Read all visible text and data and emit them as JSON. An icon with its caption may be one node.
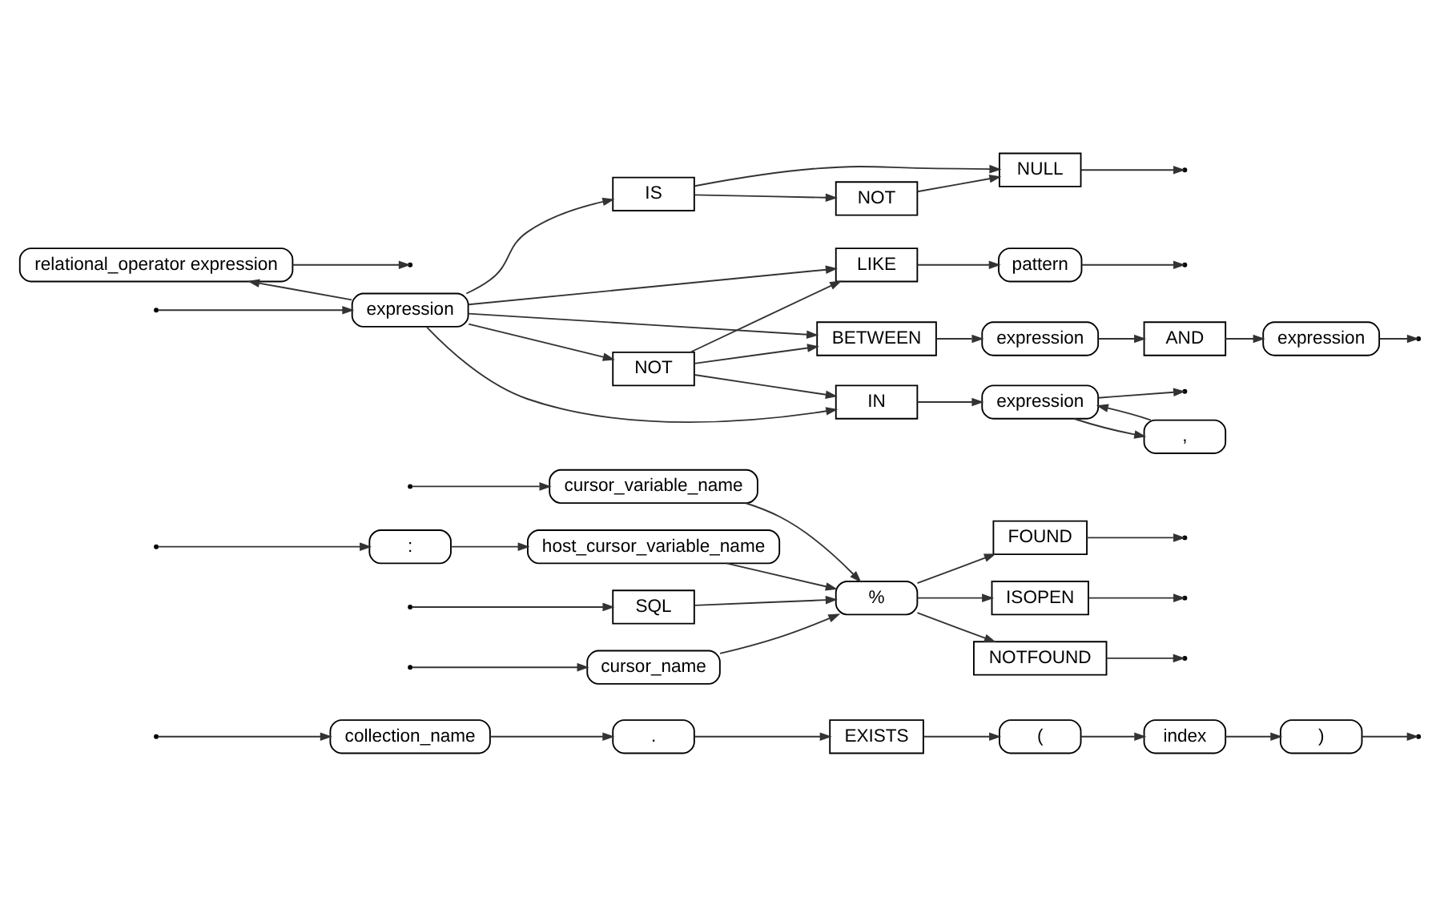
{
  "diagram": {
    "nodes": [
      {
        "text": [
          "collection_name"
        ]
      },
      {
        "text": [
          "."
        ]
      },
      {
        "text": [
          "EXISTS"
        ]
      },
      {
        "text": [
          "("
        ]
      },
      {
        "text": [
          "index"
        ]
      },
      {
        "text": [
          ")"
        ]
      },
      {
        "text": [
          "cursor_name"
        ]
      },
      {
        "text": [
          "cursor_variable_name"
        ]
      },
      {
        "text": [
          ":"
        ]
      },
      {
        "text": [
          "host_cursor_variable_name"
        ]
      },
      {
        "text": [
          "SQL"
        ]
      },
      {
        "text": [
          "%"
        ]
      },
      {
        "text": [
          "FOUND"
        ]
      },
      {
        "text": [
          "ISOPEN"
        ]
      },
      {
        "text": [
          "NOTFOUND"
        ]
      },
      {
        "text": [
          "relational_operator expression"
        ]
      },
      {
        "text": [
          "expression"
        ]
      },
      {
        "text": [
          "IS"
        ]
      },
      {
        "text": [
          "NOT"
        ]
      },
      {
        "text": [
          "NULL"
        ]
      },
      {
        "text": [
          "NOT"
        ]
      },
      {
        "text": [
          "LIKE"
        ]
      },
      {
        "text": [
          "pattern"
        ]
      },
      {
        "text": [
          "BETWEEN"
        ]
      },
      {
        "text": [
          "expression"
        ]
      },
      {
        "text": [
          "AND"
        ]
      },
      {
        "text": [
          "expression"
        ]
      },
      {
        "text": [
          "IN"
        ]
      },
      {
        "text": [
          "expression"
        ]
      },
      {
        "text": [
          ","
        ]
      }
    ],
    "edges": [
      {
        "from": null,
        "to": 0,
        "arrow": "to"
      },
      {
        "from": null,
        "to": 6,
        "arrow": "to"
      },
      {
        "from": null,
        "to": 7,
        "arrow": "to"
      },
      {
        "from": null,
        "to": 8,
        "arrow": "to"
      },
      {
        "from": null,
        "to": 10,
        "arrow": "to"
      },
      {
        "from": null,
        "to": 16,
        "arrow": "to"
      },
      {
        "from": 0,
        "to": 1,
        "arrow": "to"
      },
      {
        "from": 1,
        "to": 2,
        "arrow": "to"
      },
      {
        "from": 2,
        "to": 3,
        "arrow": "to"
      },
      {
        "from": 3,
        "to": 4,
        "arrow": "to"
      },
      {
        "from": 4,
        "to": 5,
        "arrow": "to"
      },
      {
        "from": 5,
        "to": null,
        "arrow": "to"
      },
      {
        "from": 6,
        "to": 11,
        "arrow": "to"
      },
      {
        "from": 7,
        "to": 11,
        "arrow": "to"
      },
      {
        "from": 8,
        "to": 9,
        "arrow": "to"
      },
      {
        "from": 9,
        "to": 11,
        "arrow": "to"
      },
      {
        "from": 10,
        "to": 11,
        "arrow": "to"
      },
      {
        "from": 11,
        "to": 12,
        "arrow": "to"
      },
      {
        "from": 11,
        "to": 13,
        "arrow": "to"
      },
      {
        "from": 11,
        "to": 14,
        "arrow": "to"
      },
      {
        "from": 12,
        "to": null,
        "arrow": "to"
      },
      {
        "from": 13,
        "to": null,
        "arrow": "to"
      },
      {
        "from": 14,
        "to": null,
        "arrow": "to"
      },
      {
        "from": 16,
        "to": 15,
        "arrow": "to"
      },
      {
        "from": 16,
        "to": 17,
        "arrow": "to"
      },
      {
        "from": 16,
        "to": 20,
        "arrow": "to"
      },
      {
        "from": 16,
        "to": 21,
        "arrow": "to"
      },
      {
        "from": 16,
        "to": 23,
        "arrow": "to"
      },
      {
        "from": 16,
        "to": 27,
        "arrow": "to"
      },
      {
        "from": 15,
        "to": null,
        "arrow": "to"
      },
      {
        "from": 17,
        "to": 18,
        "arrow": "to"
      },
      {
        "from": 17,
        "to": 19,
        "arrow": "to"
      },
      {
        "from": 18,
        "to": 19,
        "arrow": "to"
      },
      {
        "from": 19,
        "to": null,
        "arrow": "to"
      },
      {
        "from": 20,
        "to": 21,
        "arrow": "to"
      },
      {
        "from": 20,
        "to": 23,
        "arrow": "to"
      },
      {
        "from": 20,
        "to": 27,
        "arrow": "to"
      },
      {
        "from": 21,
        "to": 22,
        "arrow": "to"
      },
      {
        "from": 22,
        "to": null,
        "arrow": "to"
      },
      {
        "from": 23,
        "to": 24,
        "arrow": "to"
      },
      {
        "from": 24,
        "to": 25,
        "arrow": "to"
      },
      {
        "from": 25,
        "to": 26,
        "arrow": "to"
      },
      {
        "from": 26,
        "to": null,
        "arrow": "to"
      },
      {
        "from": 27,
        "to": 28,
        "arrow": "to"
      },
      {
        "from": 28,
        "to": 29,
        "arrow": "to"
      },
      {
        "from": 29,
        "to": 28,
        "arrow": "to"
      },
      {
        "from": 28,
        "to": null,
        "arrow": "to"
      }
    ]
  }
}
